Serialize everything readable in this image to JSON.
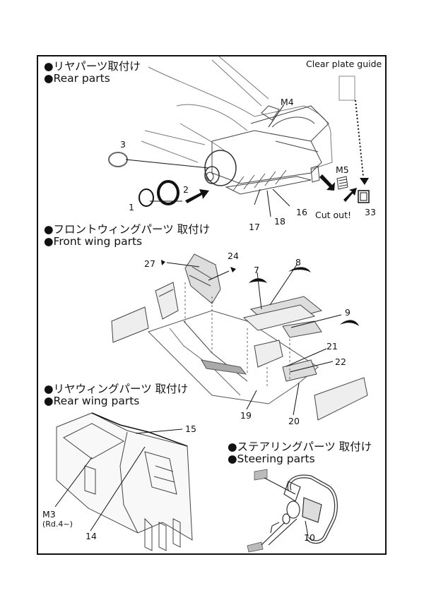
{
  "sections": {
    "rear_parts": {
      "jp": "●リヤパーツ取付け",
      "en": "●Rear parts"
    },
    "front_wing": {
      "jp": "●フロントウィングパーツ 取付け",
      "en": "●Front wing parts"
    },
    "rear_wing": {
      "jp": "●リヤウィングパーツ 取付け",
      "en": "●Rear wing parts"
    },
    "steering": {
      "jp": "●ステアリングパーツ 取付け",
      "en": "●Steering parts"
    }
  },
  "notes": {
    "clear_plate_guide": "Clear plate guide",
    "cut_out": "Cut out!",
    "m3_line1": "M3",
    "m3_line2": "(Rd.4~)"
  },
  "part_numbers": {
    "p1": "1",
    "p2": "2",
    "p3": "3",
    "m4": "M4",
    "m5": "M5",
    "p16": "16",
    "p17": "17",
    "p18": "18",
    "p33": "33",
    "p24": "24",
    "p27": "27",
    "p7": "7",
    "p8": "8",
    "p9": "9",
    "p21": "21",
    "p22": "22",
    "p19": "19",
    "p20": "20",
    "p15": "15",
    "p14": "14",
    "p10": "10"
  }
}
